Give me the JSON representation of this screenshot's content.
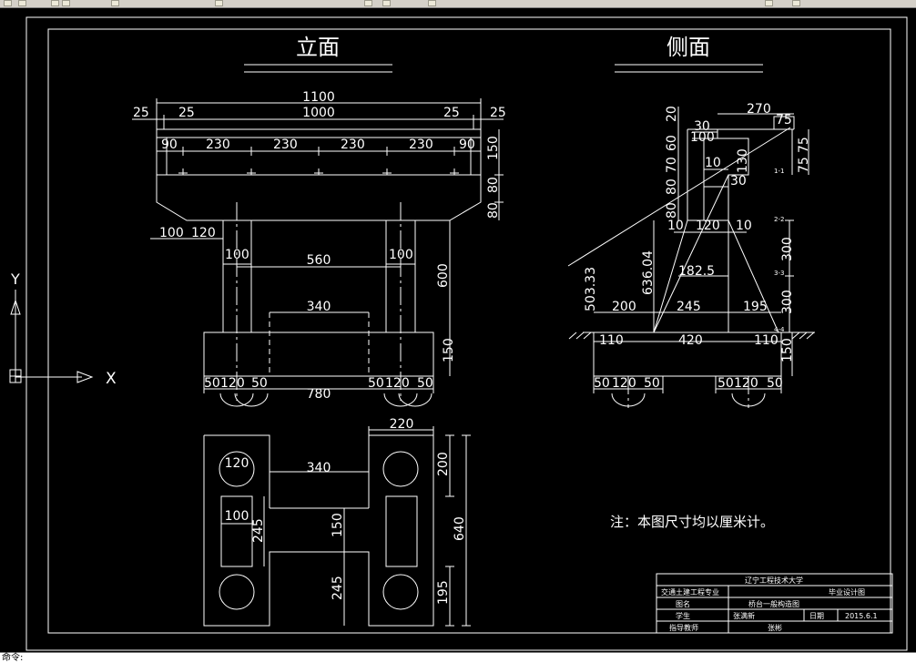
{
  "status": {
    "prompt": "命令:"
  },
  "titles": {
    "elevation": "立面",
    "side": "侧面"
  },
  "ucs": {
    "x": "X",
    "y": "Y"
  },
  "dims_elevation": {
    "total": "1100",
    "inner": "1000",
    "edge_l": "25",
    "edge_r": "25",
    "edge_l2": "25",
    "edge_r2": "25",
    "s90a": "90",
    "s230a": "230",
    "s230b": "230",
    "s230c": "230",
    "s230d": "230",
    "s90b": "90",
    "h150": "150",
    "h80a": "80",
    "h80b": "80",
    "c100": "100",
    "c120": "120",
    "p100a": "100",
    "p100b": "100",
    "span560": "560",
    "h600": "600",
    "w340": "340",
    "h150f": "150",
    "f50a": "50",
    "f120a": "120",
    "f50b": "50",
    "f50c": "50",
    "f120b": "120",
    "f50d": "50",
    "w780": "780"
  },
  "dims_plan": {
    "w220": "220",
    "d120": "120",
    "w340": "340",
    "h200": "200",
    "d100": "100",
    "h245a": "245",
    "h150": "150",
    "h640": "640",
    "h245b": "245",
    "h195": "195"
  },
  "dims_side": {
    "w270": "270",
    "d75a": "75",
    "d75b": "75",
    "d75c": "75",
    "d20": "20",
    "d30a": "30",
    "d100": "100",
    "d60": "60",
    "d10a": "10",
    "d130": "130",
    "d70": "70",
    "d30b": "30",
    "d80a": "80",
    "d80b": "80",
    "d10b": "10",
    "d120": "120",
    "d10c": "10",
    "slope": "182.5",
    "d636": "636.04",
    "d503": "503.33",
    "h300a": "300",
    "h300b": "300",
    "w200": "200",
    "w245": "245",
    "w195": "195",
    "f110a": "110",
    "f420": "420",
    "f110b": "110",
    "h150": "150",
    "p50a": "50",
    "p120a": "120",
    "p50b": "50",
    "p50c": "50",
    "p120b": "120",
    "p50d": "50",
    "s11": "1-1",
    "s22": "2-2",
    "s33": "3-3",
    "s44": "4-4"
  },
  "note": "注：本图尺寸均以厘米计。",
  "title_block": {
    "university": "辽宁工程技术大学",
    "major": "交通土建工程专业",
    "design": "毕业设计图",
    "drawing_name_label": "图名",
    "drawing_name": "桥台一般构造图",
    "student_label": "学生",
    "student": "张满新",
    "date_label": "日期",
    "date": "2015.6.1",
    "advisor_label": "指导教师",
    "advisor": "张彬"
  }
}
